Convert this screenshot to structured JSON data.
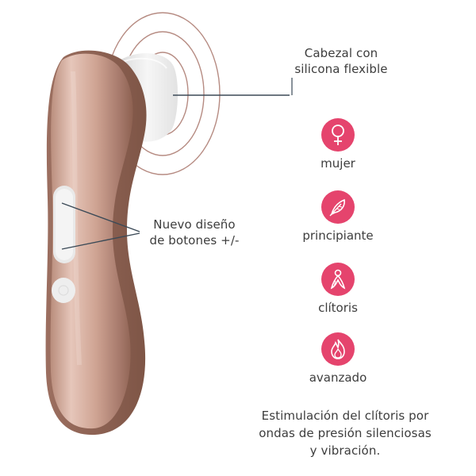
{
  "colors": {
    "accent": "#e5446d",
    "body_light": "#e3c1b4",
    "body_mid": "#c89a88",
    "body_dark": "#8f6353",
    "silicone": "#eeeeee",
    "wave_rings": "#b88a80",
    "leader_line": "#3b4a57",
    "text": "#3d3d3d"
  },
  "callouts": {
    "head": {
      "line1": "Cabezal con",
      "line2": "silicona flexible"
    },
    "buttons": {
      "line1": "Nuevo diseño",
      "line2": "de botones +/-"
    }
  },
  "features": [
    {
      "icon": "female-symbol-icon",
      "label": "mujer"
    },
    {
      "icon": "feather-icon",
      "label": "principiante"
    },
    {
      "icon": "clitoris-icon",
      "label": "clítoris"
    },
    {
      "icon": "flame-icon",
      "label": "avanzado"
    }
  ],
  "description": {
    "line1": "Estimulación del clítoris por",
    "line2": "ondas de presión silenciosas",
    "line3": "y vibración."
  }
}
